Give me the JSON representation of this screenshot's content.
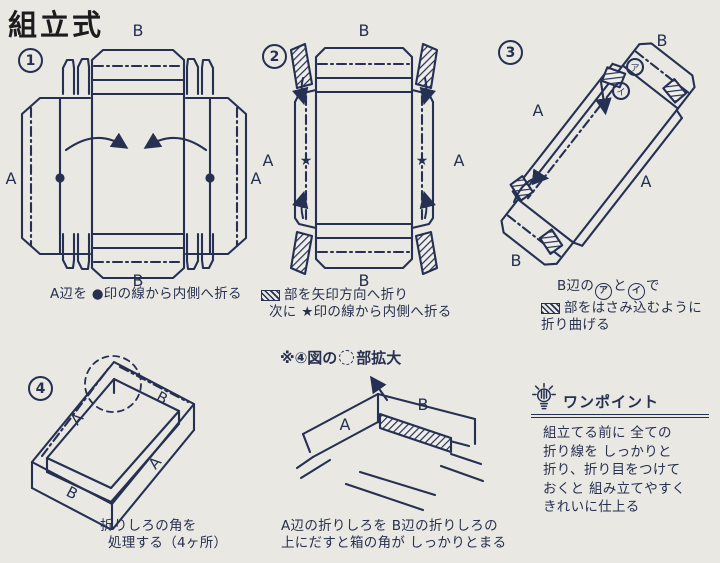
{
  "title": "組立式",
  "labels": {
    "A": "A",
    "B": "B",
    "star": "★"
  },
  "marks": {
    "a": "ア",
    "i": "イ"
  },
  "step1": {
    "num": "1",
    "caption": "A辺を ●印の線から内側へ折る"
  },
  "step2": {
    "num": "2",
    "caption_line1": "部を矢印方向へ折り",
    "caption_line2": "次に ★印の線から内側へ折る"
  },
  "step3": {
    "num": "3",
    "cap1_pre": "B辺の",
    "cap1_mid": "と",
    "cap1_post": "で",
    "caption_line2": "部をはさみ込むように",
    "caption_line3": "折り曲げる"
  },
  "step4": {
    "num": "4",
    "caption_line1": "折りしろの角を",
    "caption_line2": "処理する（4ヶ所）"
  },
  "detail": {
    "heading_pre": "※④図の",
    "heading_post": "部拡大",
    "caption_line1": "A辺の折りしろを B辺の折りしろの",
    "caption_line2": "上にだすと箱の角が しっかりとまる"
  },
  "onepoint": {
    "title": "ワンポイント",
    "lines": [
      "組立てる前に 全ての",
      "折り線を しっかりと",
      "折り、折り目をつけて",
      "おくと 組み立てやすく",
      "きれいに仕上る"
    ]
  }
}
